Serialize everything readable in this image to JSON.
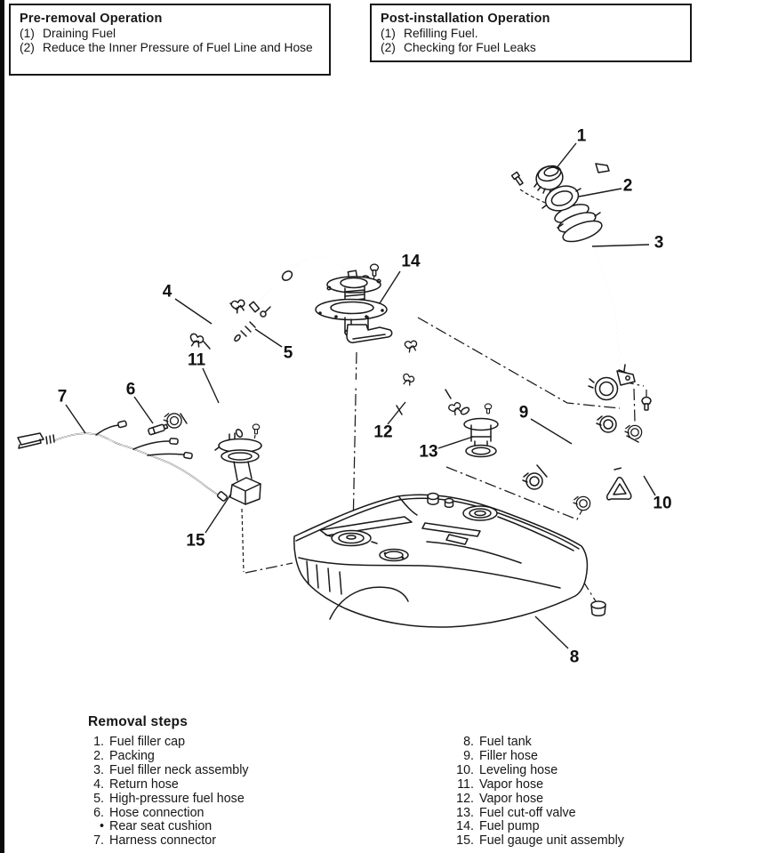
{
  "pre_removal_box": {
    "title": "Pre-removal Operation",
    "items": [
      {
        "num": "(1)",
        "text": "Draining Fuel"
      },
      {
        "num": "(2)",
        "text": "Reduce the Inner Pressure of Fuel Line and Hose"
      }
    ]
  },
  "post_installation_box": {
    "title": "Post-installation Operation",
    "items": [
      {
        "num": "(1)",
        "text": "Refilling Fuel."
      },
      {
        "num": "(2)",
        "text": "Checking for Fuel Leaks"
      }
    ]
  },
  "removal_steps": {
    "title": "Removal steps",
    "left": [
      {
        "num": "1.",
        "text": "Fuel filler cap"
      },
      {
        "num": "2.",
        "text": "Packing"
      },
      {
        "num": "3.",
        "text": "Fuel filler neck assembly"
      },
      {
        "num": "4.",
        "text": "Return hose"
      },
      {
        "num": "5.",
        "text": "High-pressure fuel hose"
      },
      {
        "num": "6.",
        "text": "Hose connection"
      },
      {
        "num": "•",
        "text": "Rear seat cushion"
      },
      {
        "num": "7.",
        "text": "Harness connector"
      }
    ],
    "right": [
      {
        "num": "8.",
        "text": "Fuel tank"
      },
      {
        "num": "9.",
        "text": "Filler hose"
      },
      {
        "num": "10.",
        "text": "Leveling hose"
      },
      {
        "num": "11.",
        "text": "Vapor hose"
      },
      {
        "num": "12.",
        "text": "Vapor hose"
      },
      {
        "num": "13.",
        "text": "Fuel cut-off valve"
      },
      {
        "num": "14.",
        "text": "Fuel pump"
      },
      {
        "num": "15.",
        "text": "Fuel gauge unit assembly"
      }
    ]
  },
  "callouts": [
    {
      "label": "1"
    },
    {
      "label": "2"
    },
    {
      "label": "3"
    },
    {
      "label": "4"
    },
    {
      "label": "5"
    },
    {
      "label": "6"
    },
    {
      "label": "7"
    },
    {
      "label": "8"
    },
    {
      "label": "9"
    },
    {
      "label": "10"
    },
    {
      "label": "11"
    },
    {
      "label": "12"
    },
    {
      "label": "13"
    },
    {
      "label": "14"
    },
    {
      "label": "15"
    }
  ],
  "colors": {
    "ink": "#1a1a1a",
    "paper": "#ffffff"
  }
}
